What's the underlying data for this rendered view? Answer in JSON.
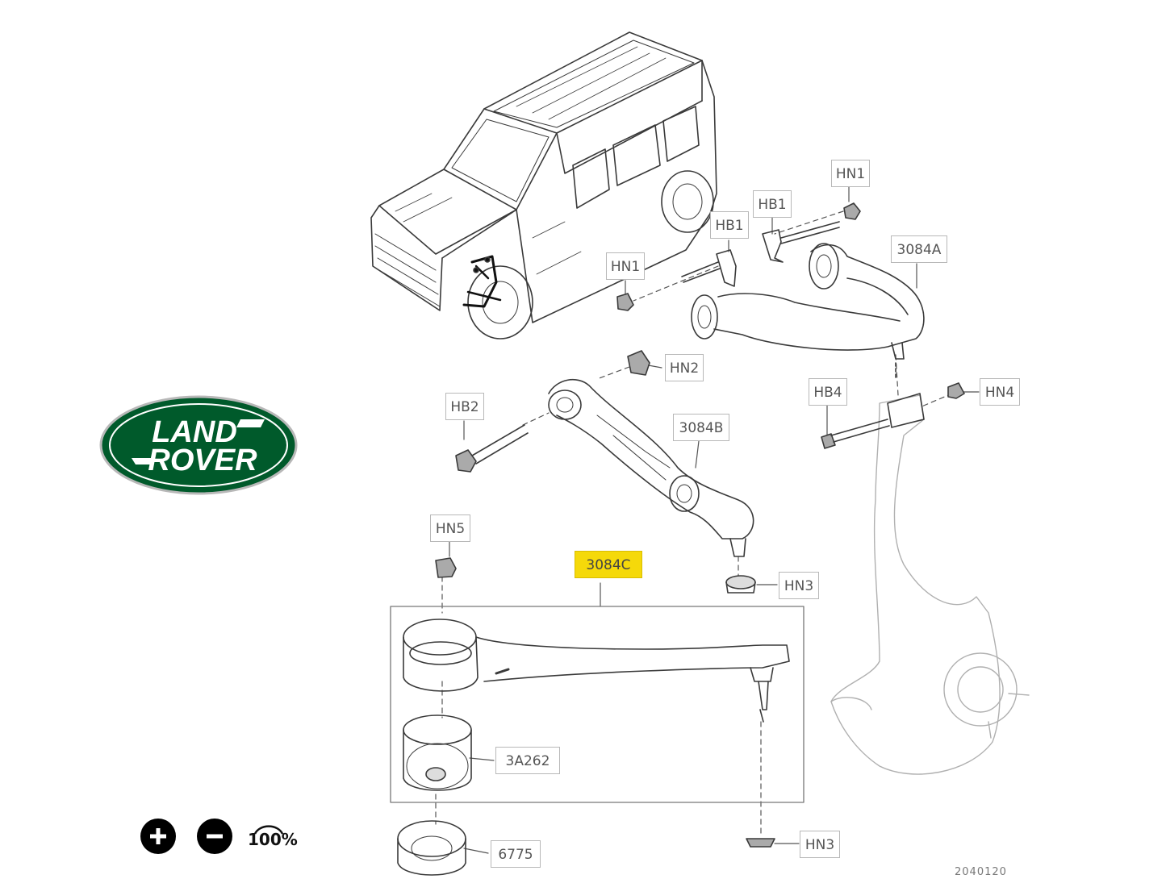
{
  "logo": {
    "line1": "LAND",
    "line2": "ROVER",
    "color": "#005a2b"
  },
  "callouts": {
    "hn1_top": "HN1",
    "hb1_right": "HB1",
    "hb1_left": "HB1",
    "hn1_left": "HN1",
    "p3084a": "3084A",
    "hn2": "HN2",
    "hb2": "HB2",
    "p3084b": "3084B",
    "hb4": "HB4",
    "hn4": "HN4",
    "hn5": "HN5",
    "p3084c": "3084C",
    "hn3_upper": "HN3",
    "p3a262": "3A262",
    "p6775": "6775",
    "hn3_lower": "HN3"
  },
  "highlight_color": "#f5d90a",
  "zoom": {
    "zoom_in_icon": "plus-icon",
    "zoom_out_icon": "minus-icon",
    "level": "100%"
  },
  "illustration_number": "2040120"
}
